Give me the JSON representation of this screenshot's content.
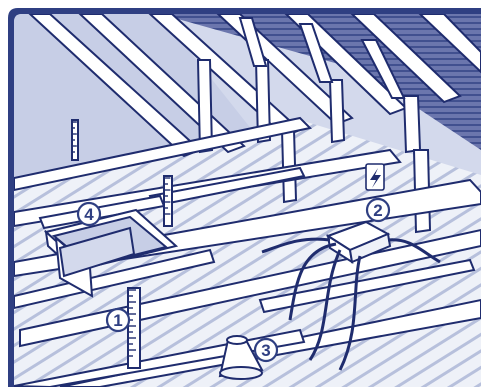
{
  "colors": {
    "frame": "#2f3f82",
    "outline": "#1f2c6e",
    "attic_fill": "#d3d9ec",
    "wall_fill": "#c7cee6",
    "roof_fill": "#5a66a0",
    "timber_fill": "#ffffff",
    "ceiling_fill": "#eef1f8",
    "insulation_fill": "#b7c0dc",
    "callout_fill": "#ffffff"
  },
  "scene": {
    "roof_texture": "horizontal-lines",
    "ceiling_texture": "parallel-stripes"
  },
  "callouts": [
    {
      "number": "1",
      "icon": "ceiling-joist-measure"
    },
    {
      "number": "2",
      "icon": "junction-box"
    },
    {
      "number": "3",
      "icon": "recessed-light-cover"
    },
    {
      "number": "4",
      "icon": "loft-hatch"
    }
  ],
  "hazard_icon": "lightning-bolt-icon"
}
